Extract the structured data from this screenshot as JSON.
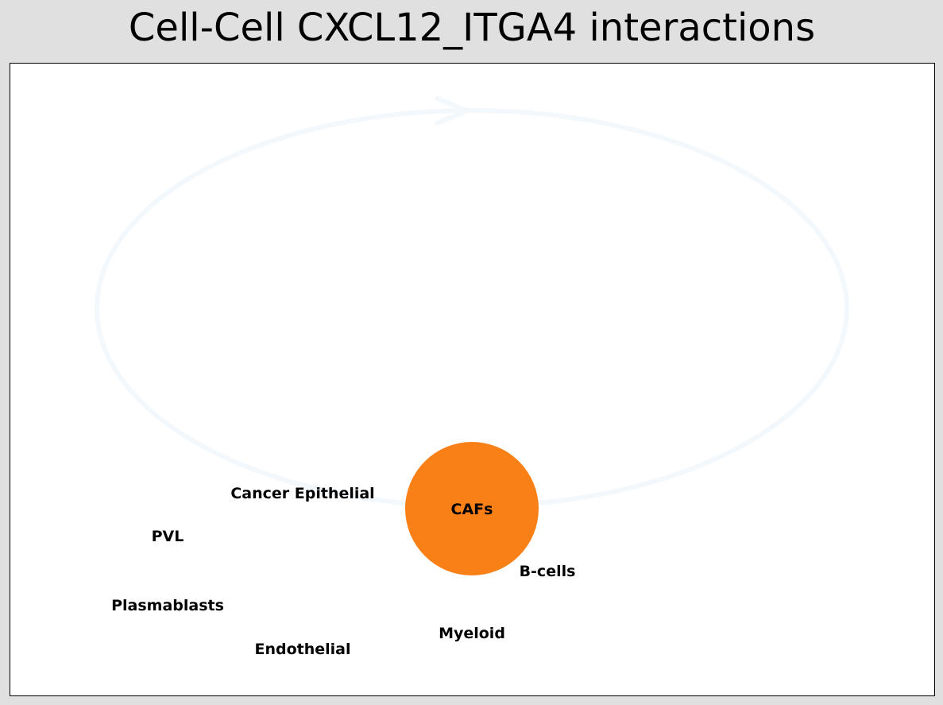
{
  "title": "Cell-Cell CXCL12_ITGA4 interactions",
  "colors": {
    "figure_background": "#e0e0e0",
    "plot_background": "#ffffff",
    "plot_border": "#000000",
    "self_loop_edge": "#f3f8fd",
    "source_node": "#f98016",
    "label_text": "#000000"
  },
  "diagram": {
    "type": "cell-cell interaction network",
    "nodes": [
      {
        "id": "cafs",
        "label": "CAFs",
        "role": "source",
        "drawn": true
      },
      {
        "id": "cancer-epithelial",
        "label": "Cancer Epithelial",
        "drawn": false
      },
      {
        "id": "pvl",
        "label": "PVL",
        "drawn": false
      },
      {
        "id": "plasmablasts",
        "label": "Plasmablasts",
        "drawn": false
      },
      {
        "id": "endothelial",
        "label": "Endothelial",
        "drawn": false
      },
      {
        "id": "myeloid",
        "label": "Myeloid",
        "drawn": false
      },
      {
        "id": "b-cells",
        "label": "B-cells",
        "drawn": false
      }
    ],
    "edges": [
      {
        "from": "cafs",
        "to": "cafs",
        "kind": "self-loop",
        "directed": true
      }
    ]
  }
}
